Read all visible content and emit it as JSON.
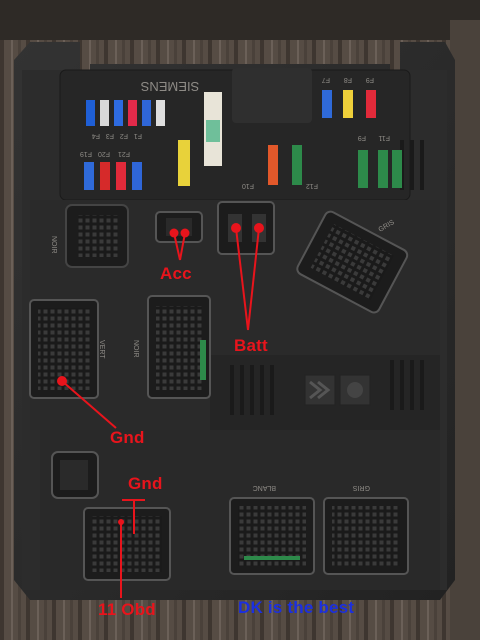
{
  "brand": "SIEMENS",
  "annotations": {
    "acc": "Acc",
    "batt": "Batt",
    "gnd_left": "Gnd",
    "gnd_bottom": "Gnd",
    "obd": "11 Obd",
    "credit": "DK is the best"
  },
  "fuse_labels": {
    "top_left": [
      "F4",
      "F3",
      "F2",
      "F1"
    ],
    "mid_left": [
      "F19",
      "F20",
      "F21"
    ],
    "top_right": [
      "F7",
      "F8",
      "F9"
    ],
    "mid_right": [
      "F10",
      "F12",
      "F9",
      "F11"
    ]
  },
  "connector_labels": [
    "NOIR",
    "VERT",
    "NOIR",
    "GRIS",
    "BLANC",
    "GRIS"
  ],
  "colors": {
    "annotation_red": "#e8141c",
    "annotation_blue": "#1b2fe0",
    "housing": "#2b2b2b",
    "background_wood": "#5a5048"
  }
}
